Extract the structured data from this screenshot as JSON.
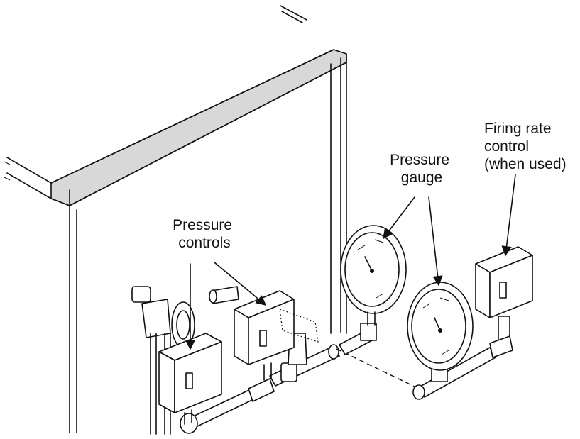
{
  "labels": {
    "pressure_controls": [
      "Pressure",
      "controls"
    ],
    "pressure_gauge": [
      "Pressure",
      "gauge"
    ],
    "firing_rate_control": [
      "Firing rate",
      "control",
      "(when used)"
    ]
  },
  "colors": {
    "line": "#111111",
    "fill": "#ffffff",
    "shade": "#d8d8d8"
  }
}
